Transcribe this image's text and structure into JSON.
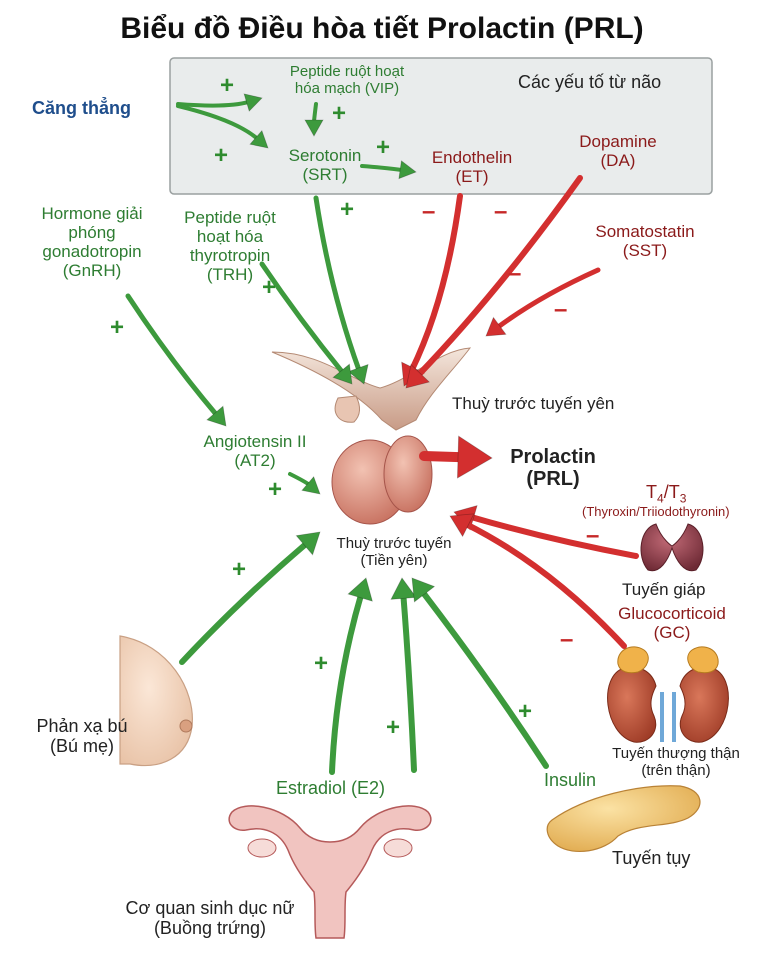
{
  "title": "Biểu đồ Điều hòa tiết Prolactin (PRL)",
  "brain_box": {
    "label": "Các yếu tố từ não"
  },
  "nodes": {
    "stress": "Căng thẳng",
    "vip_1": "Peptide ruột hoạt",
    "vip_2": "hóa mạch (VIP)",
    "srt_1": "Serotonin",
    "srt_2": "(SRT)",
    "et_1": "Endothelin",
    "et_2": "(ET)",
    "da_1": "Dopamine",
    "da_2": "(DA)",
    "sst_1": "Somatostatin",
    "sst_2": "(SST)",
    "gnrh_1": "Hormone giải",
    "gnrh_2": "phóng",
    "gnrh_3": "gonadotropin",
    "gnrh_4": "(GnRH)",
    "trh_1": "Peptide ruột",
    "trh_2": "hoạt hóa",
    "trh_3": "thyrotropin",
    "trh_4": "(TRH)",
    "at2_1": "Angiotensin II",
    "at2_2": "(AT2)",
    "posterior_pituitary": "Thuỳ trước tuyến yên",
    "anterior_pituitary_1": "Thuỳ trước tuyến",
    "anterior_pituitary_2": "(Tiền yên)",
    "prl_1": "Prolactin",
    "prl_2": "(PRL)",
    "t4": "T",
    "t4_sub": "4",
    "t3": "/T",
    "t3_sub": "3",
    "thyroxin": "(Thyroxin/Triiodothyronin)",
    "thyroid": "Tuyến giáp",
    "gc_1": "Glucocorticoid",
    "gc_2": "(GC)",
    "adrenal_1": "Tuyến thượng thận",
    "adrenal_2": "(trên thận)",
    "suckling_1": "Phản xạ bú",
    "suckling_2": "(Bú mẹ)",
    "estradiol": "Estradiol (E2)",
    "insulin": "Insulin",
    "pancreas": "Tuyến tụy",
    "ovary_1": "Cơ quan sinh dục nữ",
    "ovary_2": "(Buồng trứng)"
  },
  "signs": {
    "plus": "+",
    "minus": "–"
  },
  "colors": {
    "stimulate": "#3d9a3d",
    "inhibit": "#d32f2f",
    "box_fill": "#e9ecec",
    "organ_pink": "#e6a58f",
    "thyroid": "#9c4a55",
    "kidney": "#c0593f",
    "adrenal": "#f0b24a",
    "pancreas": "#f2c76e"
  }
}
